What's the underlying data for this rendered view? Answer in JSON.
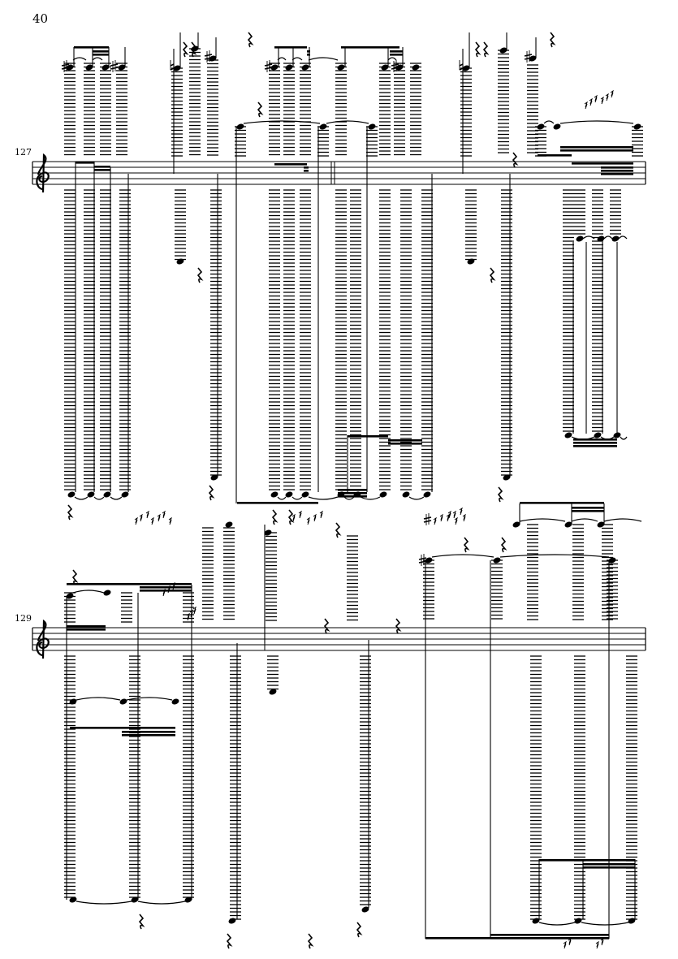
{
  "page": {
    "number": "40"
  },
  "systems": [
    {
      "measure_number": "127",
      "clef": "treble"
    },
    {
      "measure_number": "129",
      "clef": "treble"
    }
  ],
  "colors": {
    "ink": "#000000",
    "paper": "#ffffff"
  }
}
